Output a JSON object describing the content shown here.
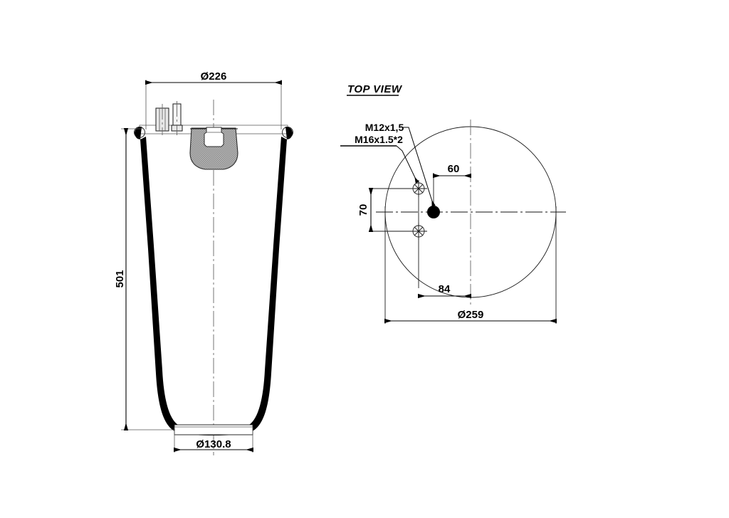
{
  "drawing": {
    "type": "engineering-drawing",
    "subject": "air-spring-bellows",
    "background_color": "#ffffff",
    "line_color": "#000000"
  },
  "side_view": {
    "name": "side-view",
    "dimensions": {
      "top_diameter": {
        "label": "Ø226",
        "value": 226,
        "unit": "mm",
        "placement": "top-horizontal"
      },
      "overall_height": {
        "label": "501",
        "value": 501,
        "unit": "mm",
        "placement": "left-vertical",
        "rotated": true
      },
      "bottom_diameter": {
        "label": "Ø130.8",
        "value": 130.8,
        "unit": "mm",
        "placement": "bottom-horizontal"
      }
    }
  },
  "top_view": {
    "name": "top-view",
    "title": "TOP VIEW",
    "callouts": [
      {
        "label": "M12x1,5",
        "target": "center-port",
        "name": "callout-m12"
      },
      {
        "label": "M16x1.5*2",
        "target": "mounting-studs",
        "name": "callout-m16",
        "underlined": true
      }
    ],
    "dimensions": {
      "stud_offset_x": {
        "label": "60",
        "value": 60,
        "unit": "mm"
      },
      "stud_spacing_y": {
        "label": "70",
        "value": 70,
        "unit": "mm",
        "rotated": true
      },
      "stud_offset_from_center": {
        "label": "84",
        "value": 84,
        "unit": "mm"
      },
      "plate_diameter": {
        "label": "Ø259",
        "value": 259,
        "unit": "mm"
      }
    }
  }
}
